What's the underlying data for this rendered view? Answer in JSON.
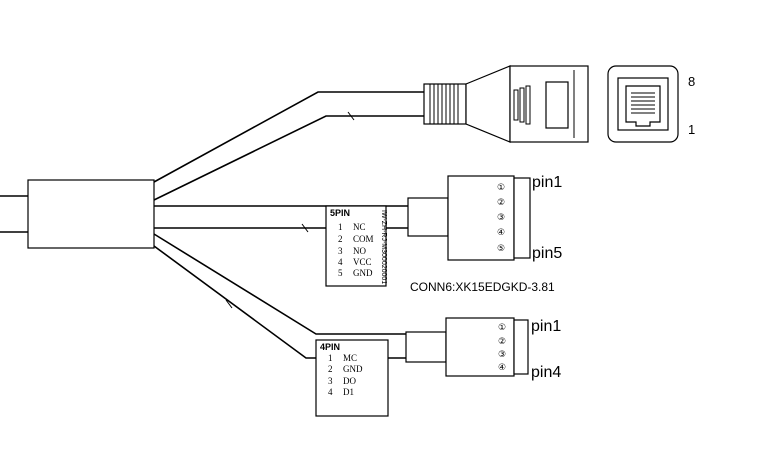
{
  "rj45": {
    "pin_top": "8",
    "pin_bottom": "1"
  },
  "conn5": {
    "title": "5PIN",
    "pins": [
      {
        "num": "1",
        "name": "NC"
      },
      {
        "num": "2",
        "name": "COM"
      },
      {
        "num": "3",
        "name": "NO"
      },
      {
        "num": "4",
        "name": "VCC"
      },
      {
        "num": "5",
        "name": "GND"
      }
    ],
    "part_label": "IW-ZH-RJ-M300020001",
    "terminal_pins": [
      "①",
      "②",
      "③",
      "④",
      "⑤"
    ],
    "pin_first": "pin1",
    "pin_last": "pin5",
    "model": "CONN6:XK15EDGKD-3.81"
  },
  "conn4": {
    "title": "4PIN",
    "pins": [
      {
        "num": "1",
        "name": "MC"
      },
      {
        "num": "2",
        "name": "GND"
      },
      {
        "num": "3",
        "name": "DO"
      },
      {
        "num": "4",
        "name": "D1"
      }
    ],
    "terminal_pins": [
      "①",
      "②",
      "③",
      "④"
    ],
    "pin_first": "pin1",
    "pin_last": "pin4"
  }
}
